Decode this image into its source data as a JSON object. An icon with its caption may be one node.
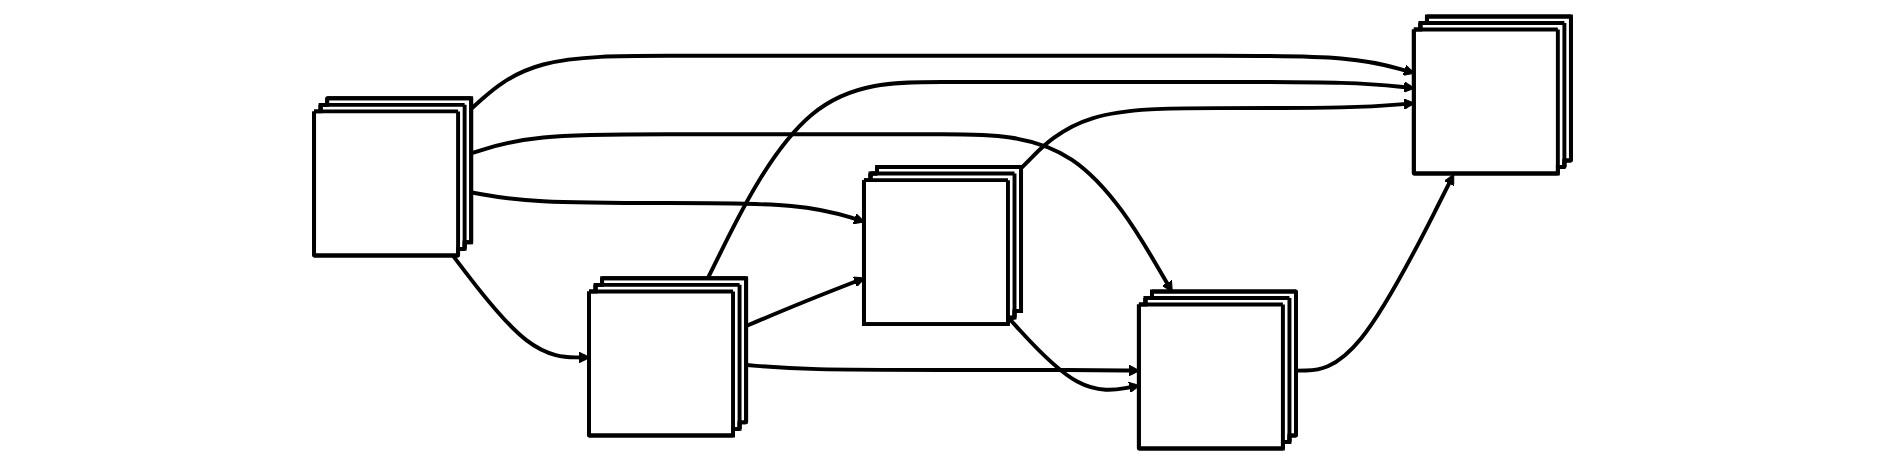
{
  "diagram": {
    "nodes": [
      {
        "text": [],
        "shape": "stack"
      },
      {
        "text": [],
        "shape": "stack"
      },
      {
        "text": [],
        "shape": "stack"
      },
      {
        "text": [],
        "shape": "stack"
      },
      {
        "text": [],
        "shape": "stack"
      }
    ],
    "edges": [
      {
        "from": 0,
        "to": 1,
        "arrow": "to"
      },
      {
        "from": 0,
        "to": 2,
        "arrow": "to"
      },
      {
        "from": 0,
        "to": 3,
        "arrow": "to"
      },
      {
        "from": 0,
        "to": 4,
        "arrow": "to"
      },
      {
        "from": 1,
        "to": 2,
        "arrow": "to"
      },
      {
        "from": 1,
        "to": 3,
        "arrow": "to"
      },
      {
        "from": 1,
        "to": 4,
        "arrow": "to"
      },
      {
        "from": 2,
        "to": 3,
        "arrow": "to"
      },
      {
        "from": 2,
        "to": 4,
        "arrow": "to"
      },
      {
        "from": 3,
        "to": 4,
        "arrow": "to"
      }
    ]
  }
}
